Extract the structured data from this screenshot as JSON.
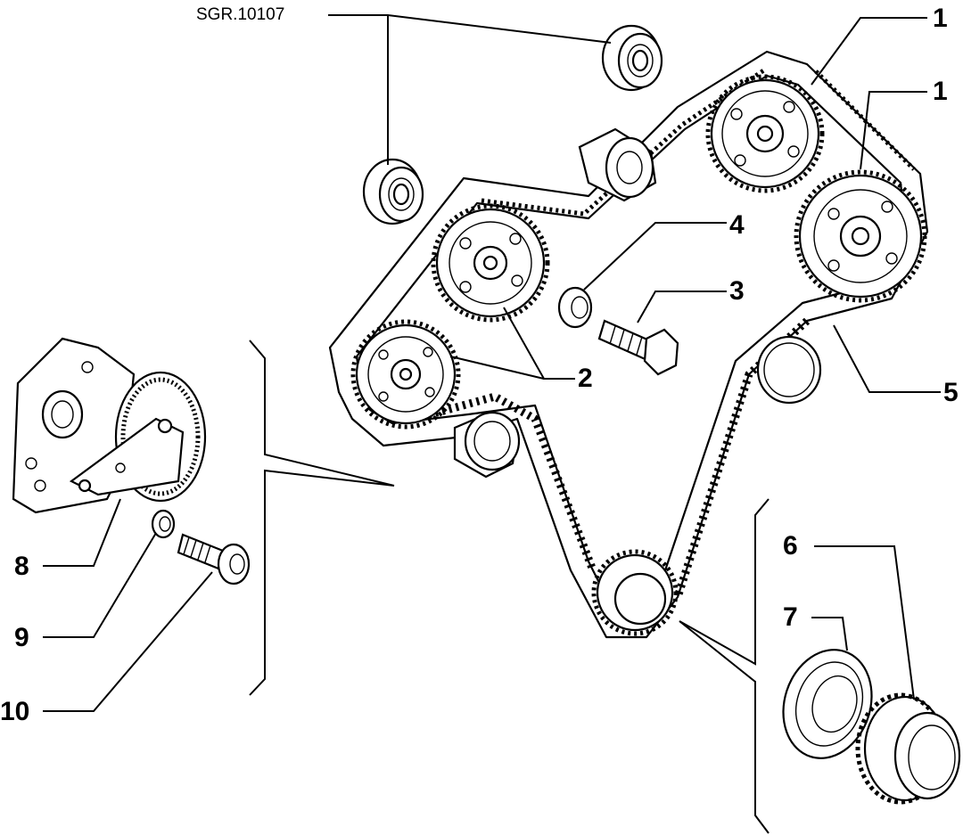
{
  "reference_code": "SGR.10107",
  "callouts": {
    "c1a": "1",
    "c1b": "1",
    "c2": "2",
    "c3": "3",
    "c4": "4",
    "c5": "5",
    "c6": "6",
    "c7": "7",
    "c8": "8",
    "c9": "9",
    "c10": "10"
  }
}
